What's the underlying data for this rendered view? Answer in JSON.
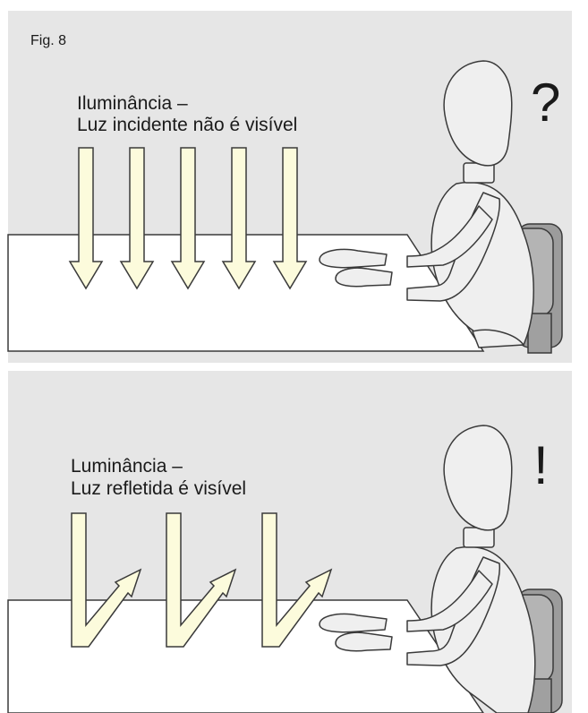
{
  "figure_label": "Fig. 8",
  "top_panel": {
    "caption_line1": "Iluminância –",
    "caption_line2": "Luz incidente não é visível",
    "symbol": "?"
  },
  "bottom_panel": {
    "caption_line1": "Luminância –",
    "caption_line2": "Luz refletida é visível",
    "symbol": "!"
  },
  "colors": {
    "background": "#e6e6e6",
    "arrow_fill": "#fcfbdc",
    "outline": "#3a3a3a",
    "chair": "#a9a9a9"
  }
}
